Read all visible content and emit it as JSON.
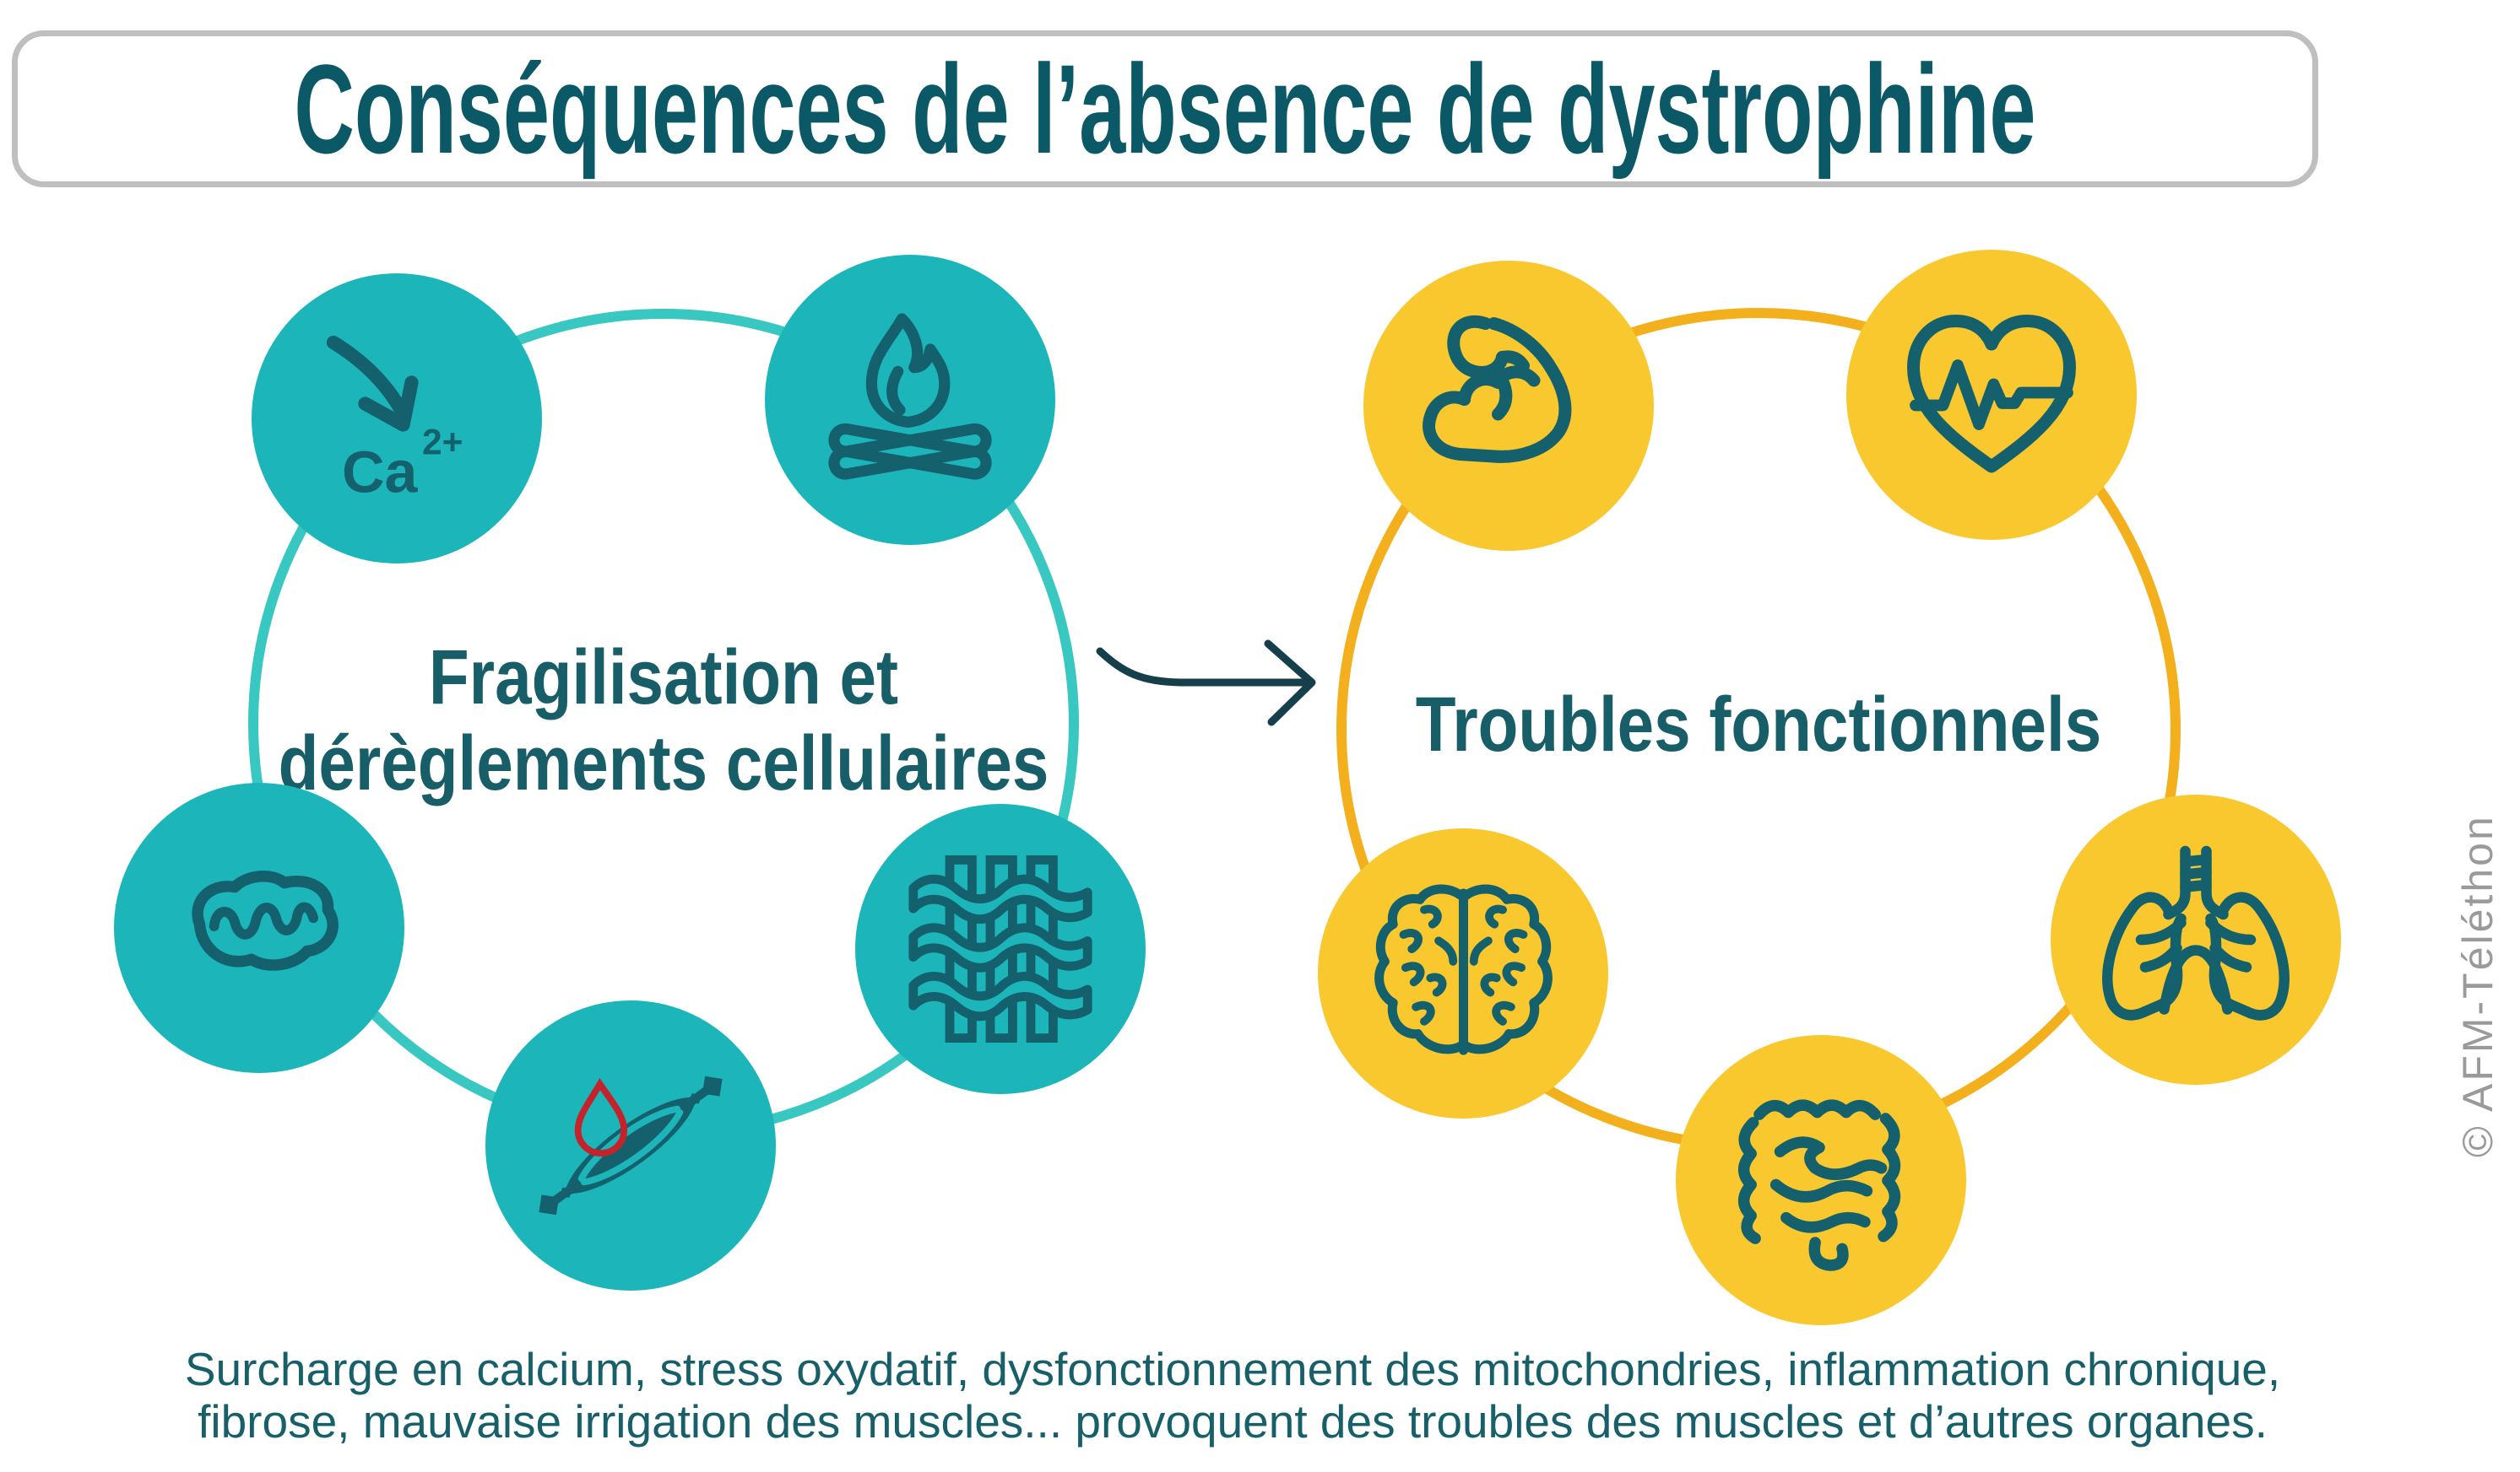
{
  "title": {
    "text": "Conséquences de l’absence de dystrophine"
  },
  "left_cycle": {
    "label_lines": [
      "Fragilisation et",
      "dérèglements cellulaires"
    ],
    "calcium": {
      "symbol": "Ca",
      "charge": "2+"
    },
    "icons": [
      "calcium-influx-icon",
      "campfire-icon",
      "mitochondria-icon",
      "muscle-blood-drop-icon",
      "fibrosis-weave-icon"
    ],
    "fill_color": "#1cb5ba",
    "ring_color": "#38c7c1"
  },
  "right_cycle": {
    "label": "Troubles fonctionnels",
    "icons": [
      "bicep-icon",
      "heart-pulse-icon",
      "brain-icon",
      "intestines-icon",
      "lungs-icon"
    ],
    "fill_color": "#f9c72e",
    "ring_color": "#f3b01c"
  },
  "arrow": {
    "icon": "right-arrow-icon",
    "color": "#153f4a"
  },
  "footer": {
    "lines": [
      "Surcharge en calcium, stress oxydatif, dysfonctionnement des mitochondries, inflammation chronique,",
      "fibrose, mauvaise irrigation des muscles... provoquent des troubles des muscles et d’autres organes."
    ]
  },
  "credit": {
    "text": "© AFM-Téléthon"
  },
  "colors": {
    "icon_ink": "#14616d",
    "title_text": "#0b5966",
    "label_text": "#175e68",
    "footer_text": "#17606a",
    "credit_gray": "#9a9a9a",
    "title_border": "#bfbfbf",
    "drop_red": "#c4232b"
  }
}
